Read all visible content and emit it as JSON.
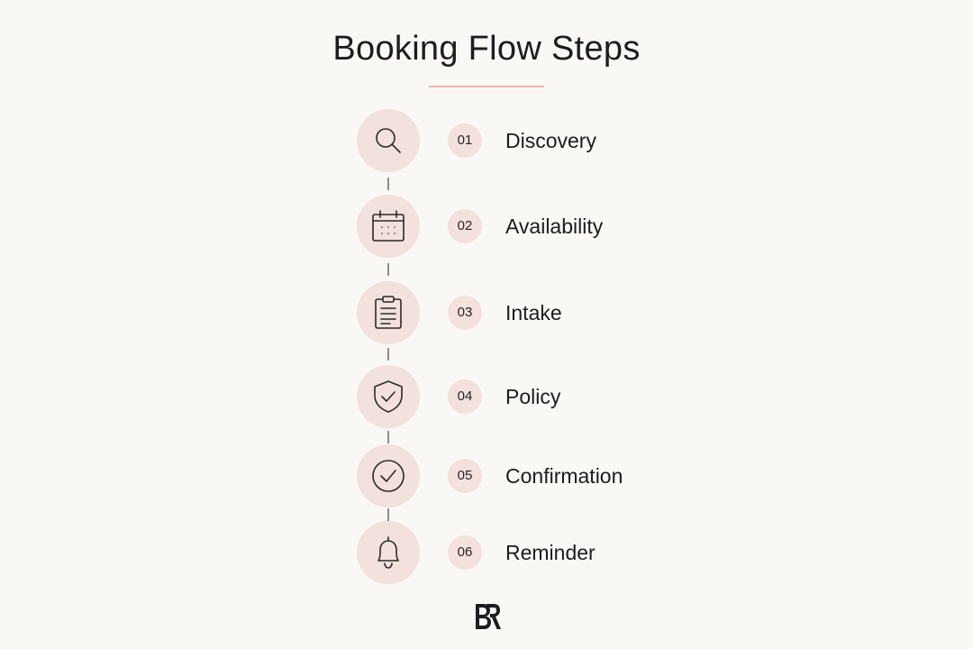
{
  "title": "Booking Flow Steps",
  "colors": {
    "background": "#faf8f5",
    "accent_circle": "#f2e1dd",
    "title_rule": "#eab6ab",
    "text": "#1d1d1d",
    "connector": "#8c8c8c"
  },
  "steps": [
    {
      "number": "01",
      "label": "Discovery",
      "icon": "search-icon"
    },
    {
      "number": "02",
      "label": "Availability",
      "icon": "calendar-icon"
    },
    {
      "number": "03",
      "label": "Intake",
      "icon": "clipboard-icon"
    },
    {
      "number": "04",
      "label": "Policy",
      "icon": "shield-check-icon"
    },
    {
      "number": "05",
      "label": "Confirmation",
      "icon": "check-circle-icon"
    },
    {
      "number": "06",
      "label": "Reminder",
      "icon": "bell-icon"
    }
  ],
  "logo": {
    "icon": "brand-logo-icon"
  }
}
